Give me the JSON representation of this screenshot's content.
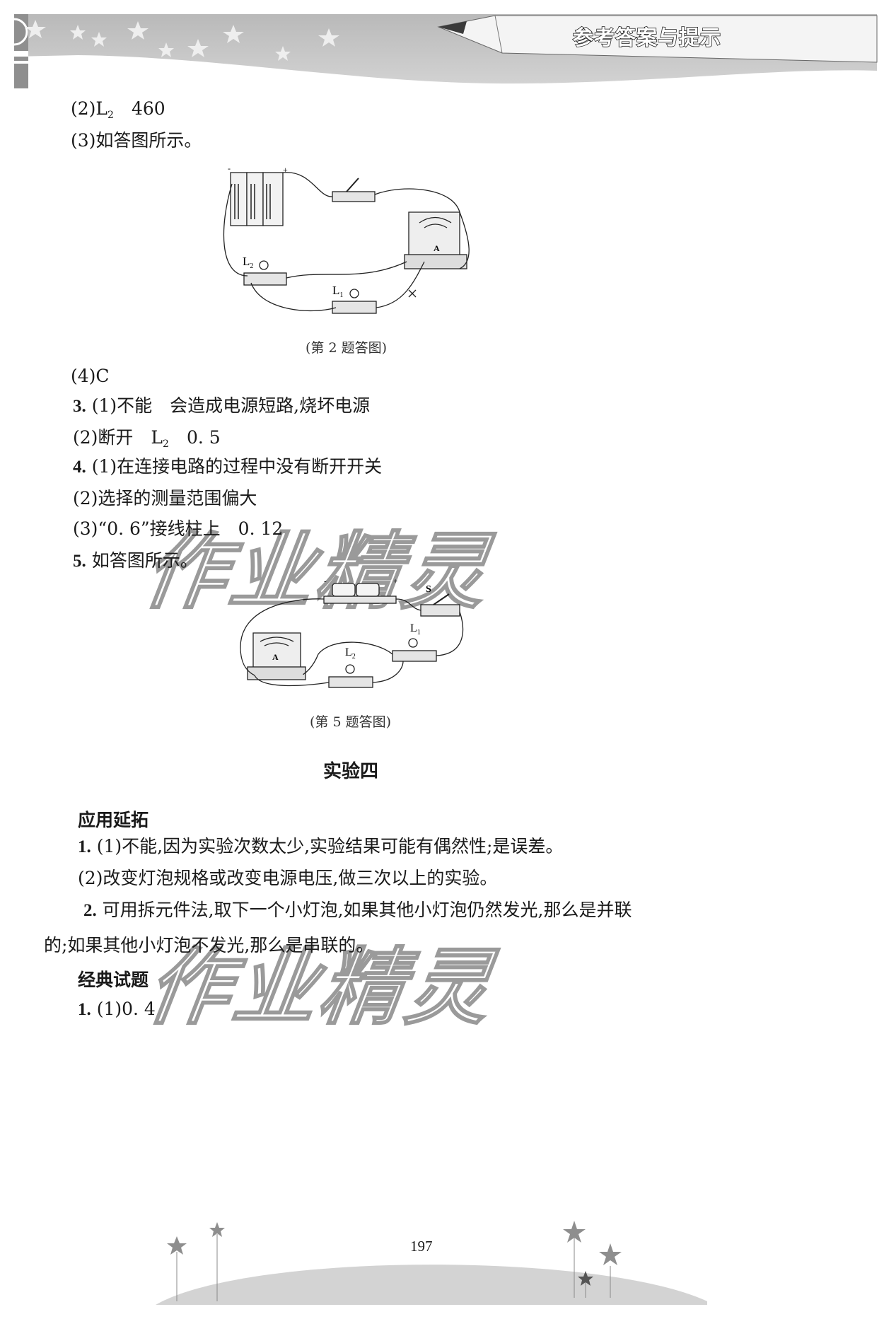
{
  "header": {
    "title": "参考答案与提示"
  },
  "content": {
    "q2": {
      "p2_prefix": "(2)L",
      "p2_sub": "2",
      "p2_value": "460",
      "p3": "(3)如答图所示。",
      "figure_caption": "(第 2 题答图)",
      "figure_labels": {
        "L1": "L",
        "L1_sub": "1",
        "L2": "L",
        "L2_sub": "2",
        "ammeter": "A",
        "minus": "-",
        "plus": "+"
      },
      "p4": "(4)C"
    },
    "q3": {
      "number": "3.",
      "p1": "(1)不能　会造成电源短路,烧坏电源",
      "p2_prefix": "(2)断开　L",
      "p2_sub": "2",
      "p2_value": "0. 5"
    },
    "q4": {
      "number": "4.",
      "p1": "(1)在连接电路的过程中没有断开开关",
      "p2": "(2)选择的测量范围偏大",
      "p3": "(3)“0. 6”接线柱上　0. 12"
    },
    "q5": {
      "number": "5.",
      "text": "如答图所示。",
      "figure_caption": "(第 5 题答图)",
      "figure_labels": {
        "S": "S",
        "L1": "L",
        "L1_sub": "1",
        "L2": "L",
        "L2_sub": "2",
        "ammeter": "A",
        "minus": "-",
        "plus": "+"
      }
    },
    "section_title": "实验四",
    "applied": {
      "heading": "应用延拓",
      "q1_number": "1.",
      "q1_p1": "(1)不能,因为实验次数太少,实验结果可能有偶然性;是误差。",
      "q1_p2": "(2)改变灯泡规格或改变电源电压,做三次以上的实验。",
      "q2_number": "2.",
      "q2_line1": "可用拆元件法,取下一个小灯泡,如果其他小灯泡仍然发光,那么是并联",
      "q2_line2": "的;如果其他小灯泡不发光,那么是串联的。"
    },
    "classic": {
      "heading": "经典试题",
      "q1_number": "1.",
      "q1_p1": "(1)0. 4"
    }
  },
  "watermark": {
    "text": "作业精灵"
  },
  "footer": {
    "page_number": "197"
  }
}
